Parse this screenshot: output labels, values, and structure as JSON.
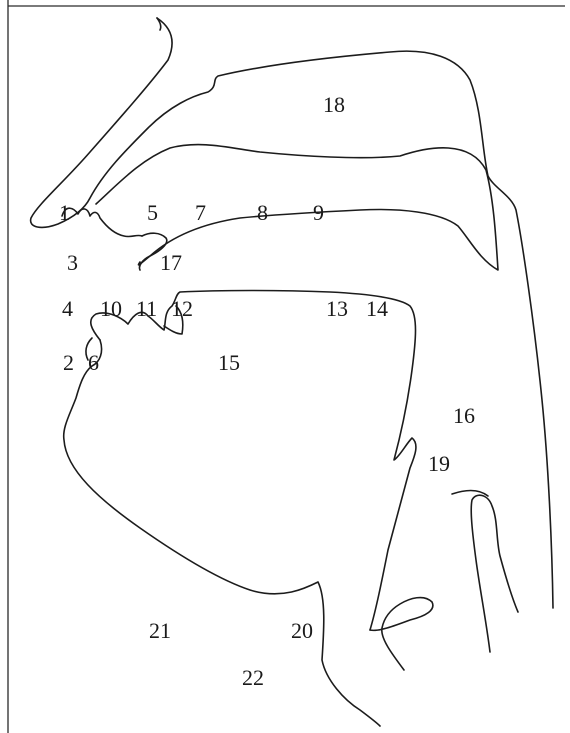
{
  "diagram": {
    "labels": {
      "l1": "1",
      "l2": "2",
      "l3": "3",
      "l4": "4",
      "l5": "5",
      "l6": "6",
      "l7": "7",
      "l8": "8",
      "l9": "9",
      "l10": "10",
      "l11": "11",
      "l12": "12",
      "l13": "13",
      "l14": "14",
      "l15": "15",
      "l16": "16",
      "l17": "17",
      "l18": "18",
      "l19": "19",
      "l20": "20",
      "l21": "21",
      "l22": "22"
    }
  }
}
